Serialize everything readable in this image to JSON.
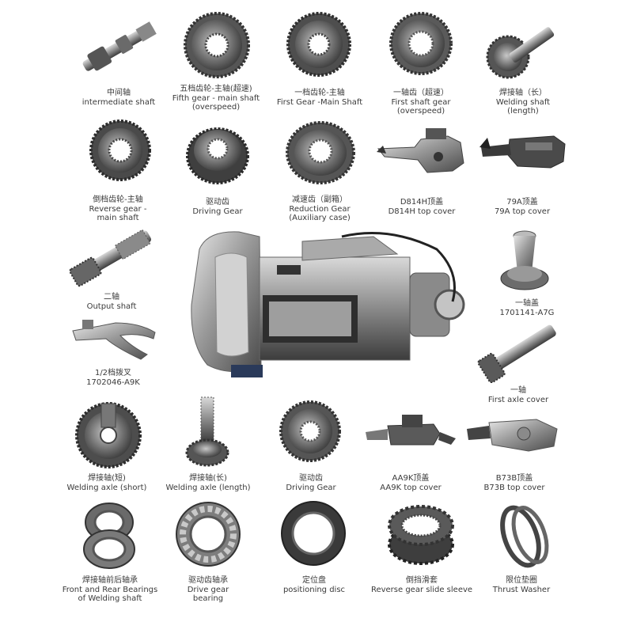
{
  "parts": [
    {
      "id": "intermediate-shaft",
      "lines": [
        "中间轴",
        "intermediate shaft"
      ]
    },
    {
      "id": "fifth-gear",
      "lines": [
        "五档齿轮-主轴(超速)",
        "Fifth gear - main shaft",
        "(overspeed)"
      ]
    },
    {
      "id": "first-gear",
      "lines": [
        "一档齿轮-主轴",
        "First Gear -Main Shaft"
      ]
    },
    {
      "id": "first-shaft-gear",
      "lines": [
        "一轴齿（超速）",
        "First shaft gear",
        "(overspeed)"
      ]
    },
    {
      "id": "welding-shaft-length",
      "lines": [
        "焊接轴（长）",
        "Welding shaft",
        "(length)"
      ]
    },
    {
      "id": "reverse-gear",
      "lines": [
        "倒档齿轮-主轴",
        "Reverse gear -",
        "main shaft"
      ]
    },
    {
      "id": "driving-gear-1",
      "lines": [
        "驱动齿",
        "Driving Gear"
      ]
    },
    {
      "id": "reduction-gear",
      "lines": [
        "减速齿（副箱）",
        "Reduction Gear",
        "(Auxiliary case)"
      ]
    },
    {
      "id": "d814h-top-cover",
      "lines": [
        "D814H顶盖",
        "D814H top cover"
      ]
    },
    {
      "id": "79a-top-cover",
      "lines": [
        "79A顶盖",
        "79A top cover"
      ]
    },
    {
      "id": "output-shaft",
      "lines": [
        "二轴",
        "Output shaft"
      ]
    },
    {
      "id": "first-shaft-cover",
      "lines": [
        "一轴盖",
        "1701141-A7G"
      ]
    },
    {
      "id": "shift-fork",
      "lines": [
        "1/2档拨叉",
        "1702046-A9K"
      ]
    },
    {
      "id": "first-axle-cover",
      "lines": [
        "一轴",
        "First axle cover"
      ]
    },
    {
      "id": "welding-axle-short",
      "lines": [
        "焊接轴(短)",
        "Welding axle (short)"
      ]
    },
    {
      "id": "welding-axle-length",
      "lines": [
        "焊接轴(长)",
        "Welding axle (length)"
      ]
    },
    {
      "id": "driving-gear-2",
      "lines": [
        "驱动齿",
        "Driving Gear"
      ]
    },
    {
      "id": "aa9k-top-cover",
      "lines": [
        "AA9K顶盖",
        "AA9K top cover"
      ]
    },
    {
      "id": "b73b-top-cover",
      "lines": [
        "B73B顶盖",
        "B73B top cover"
      ]
    },
    {
      "id": "bearings",
      "lines": [
        "焊接轴前后轴承",
        "Front and Rear Bearings",
        "of Welding shaft"
      ]
    },
    {
      "id": "drive-gear-bearing",
      "lines": [
        "驱动齿轴承",
        "Drive gear",
        "bearing"
      ]
    },
    {
      "id": "positioning-disc",
      "lines": [
        "定位盘",
        "positioning disc"
      ]
    },
    {
      "id": "slide-sleeve",
      "lines": [
        "倒挡滑套",
        "Reverse gear slide sleeve"
      ]
    },
    {
      "id": "thrust-washer",
      "lines": [
        "限位垫圈",
        "Thrust Washer"
      ]
    }
  ],
  "icons": {
    "shaft": "splined-shaft-icon",
    "gear": "gear-icon",
    "cover": "top-cover-icon",
    "bearing": "bearing-icon",
    "gearbox": "gearbox-icon"
  },
  "colors": {
    "metal_dark": "#3d3d3d",
    "metal_mid": "#7a7a7a",
    "metal_light": "#bdbdbd",
    "metal_bright": "#dcdcdc",
    "caption": "#3a3a3a"
  }
}
